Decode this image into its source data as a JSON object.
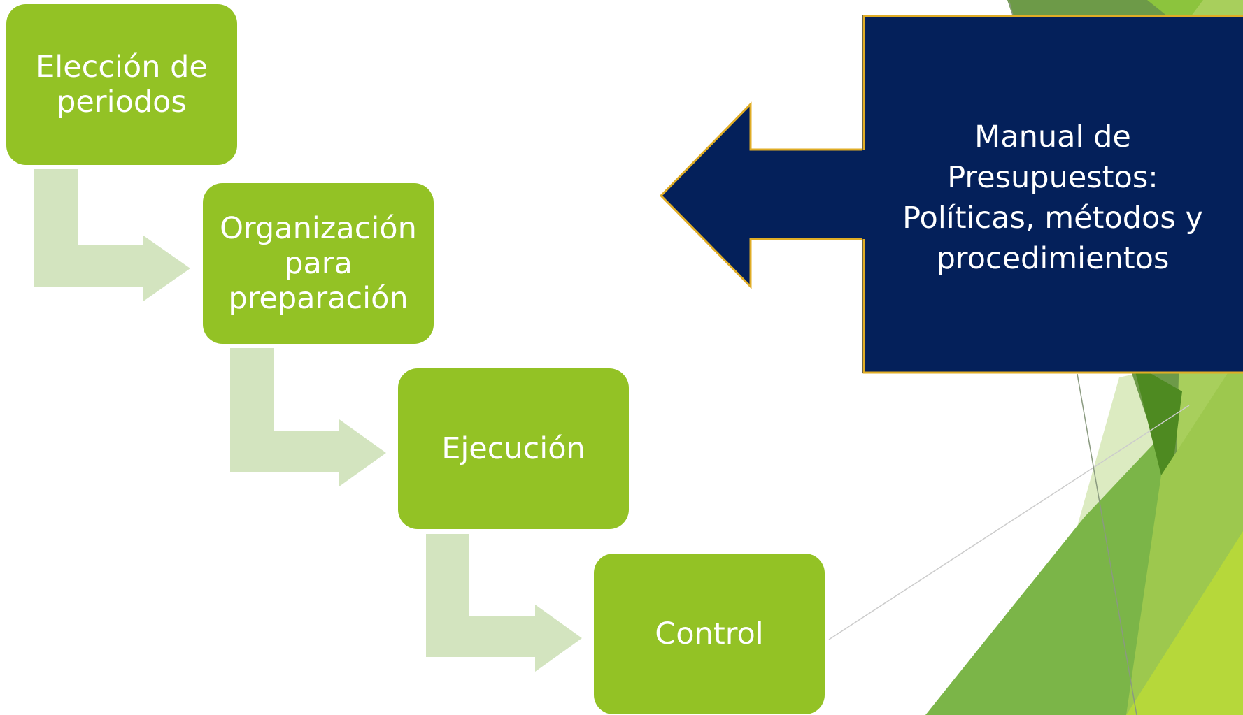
{
  "diagram": {
    "steps": [
      {
        "label": "Elección de\nperiodos"
      },
      {
        "label": "Organización\npara\npreparación"
      },
      {
        "label": "Ejecución"
      },
      {
        "label": "Control"
      }
    ],
    "manual": {
      "label": "Manual de\nPresupuestos:\nPolíticas, métodos y\nprocedimientos"
    }
  },
  "colors": {
    "step_fill": "#93c225",
    "connector_fill": "#d3e4bf",
    "manual_fill": "#04205a",
    "manual_border": "#e0ad26",
    "text": "#ffffff"
  }
}
